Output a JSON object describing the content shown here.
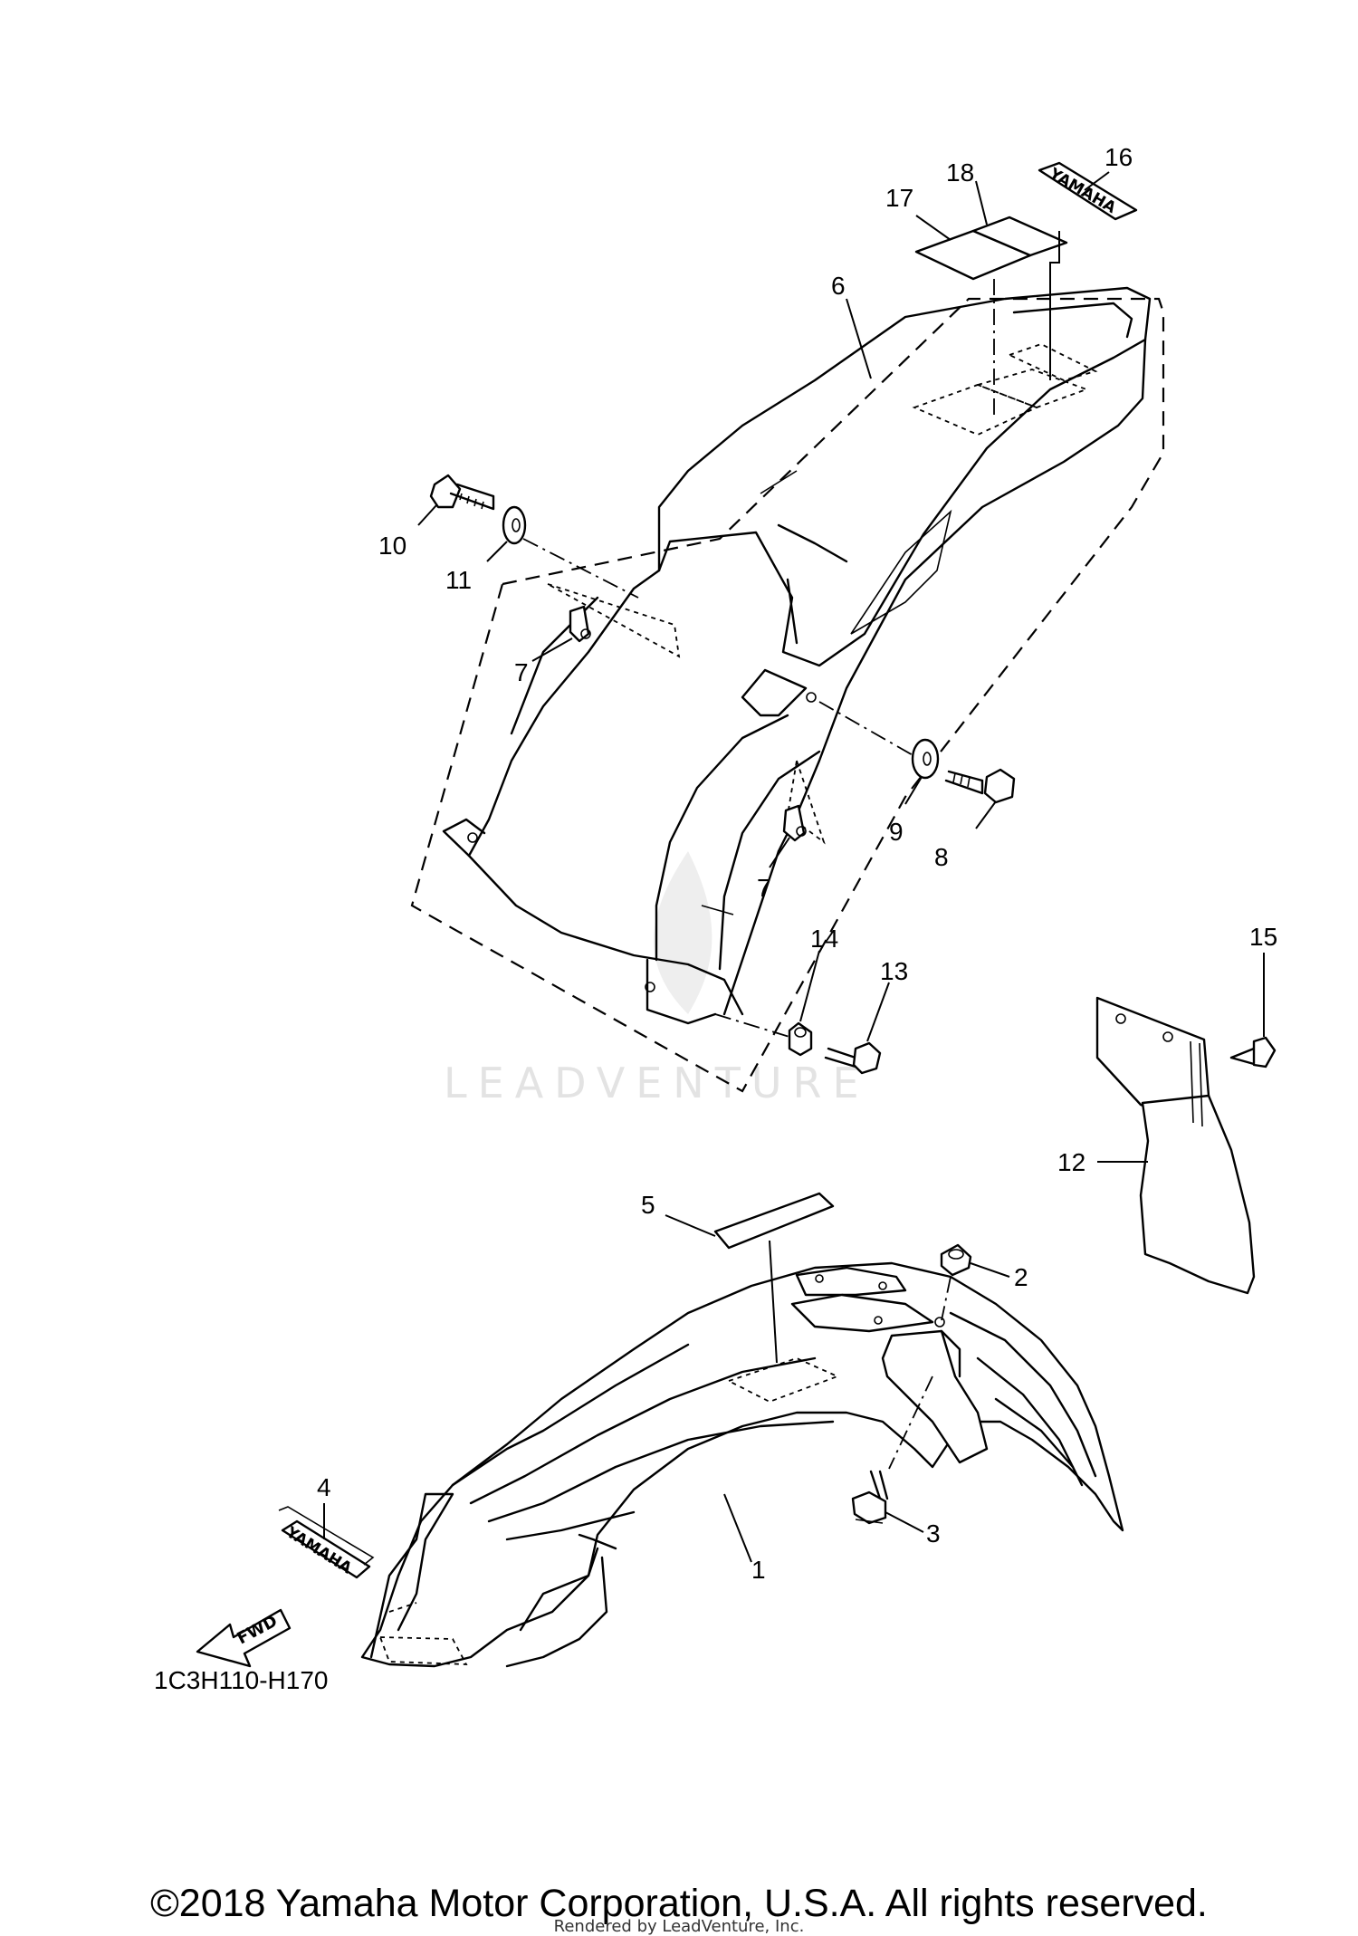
{
  "diagram_code": "1C3H110-H170",
  "watermark": "LEADVENTURE",
  "fwd_label": "FWD",
  "decal_text": "YAMAHA",
  "copyright": "©2018 Yamaha Motor Corporation, U.S.A. All rights reserved.",
  "rendered_by": "Rendered by LeadVenture, Inc.",
  "callouts": [
    "1",
    "2",
    "3",
    "4",
    "5",
    "6",
    "7",
    "7",
    "8",
    "9",
    "10",
    "11",
    "12",
    "13",
    "14",
    "15",
    "16",
    "17",
    "18"
  ]
}
